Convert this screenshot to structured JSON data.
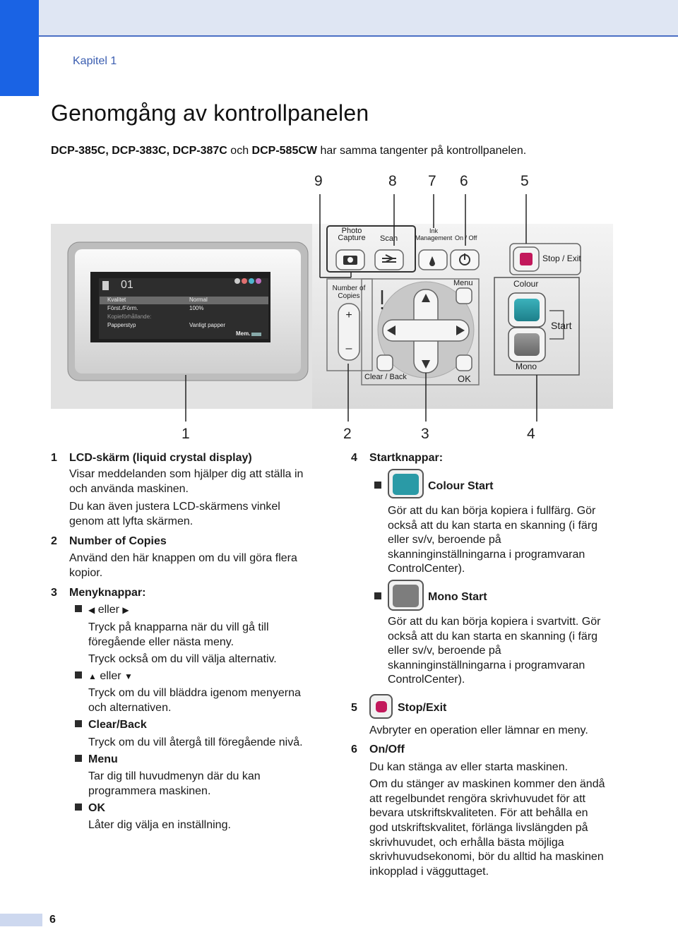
{
  "header": {
    "chapter": "Kapitel 1"
  },
  "title": "Genomgång av kontrollpanelen",
  "intro": {
    "models": "DCP-385C, DCP-383C, DCP-387C",
    "och": " och ",
    "model_last": "DCP-585CW",
    "rest": " har samma tangenter på kontrollpanelen."
  },
  "diagram": {
    "callouts_top": [
      "9",
      "8",
      "7",
      "6",
      "5"
    ],
    "callouts_bottom": [
      "1",
      "2",
      "3",
      "4"
    ],
    "lcd": {
      "number": "01",
      "rows": [
        {
          "label": "Kvalitet",
          "value": "Normal"
        },
        {
          "label": "Först./Förm.",
          "value": "100%"
        },
        {
          "label": "Kopieförhållande:",
          "value": ""
        },
        {
          "label": "Papperstyp",
          "value": "Vanligt papper"
        }
      ],
      "mem": "Mem."
    },
    "labels": {
      "photo_capture": "Photo Capture",
      "scan": "Scan",
      "ink_management": "Ink Management",
      "on_off": "On / Off",
      "stop_exit": "Stop / Exit",
      "number_of_copies": "Number of Copies",
      "menu": "Menu",
      "colour": "Colour",
      "start": "Start",
      "mono": "Mono",
      "clear_back": "Clear / Back",
      "ok": "OK"
    }
  },
  "left_items": [
    {
      "num": "1",
      "head": "LCD-skärm (liquid crystal display)"
    },
    {
      "num": "2",
      "head": "Number of Copies"
    },
    {
      "num": "3",
      "head": "Menyknappar:"
    }
  ],
  "left_text": {
    "lcd_p1_l1": "Visar meddelanden som hjälper dig att ställa in",
    "lcd_p1_l2": "och använda maskinen.",
    "lcd_p2_l1": "Du kan även justera LCD-skärmens vinkel",
    "lcd_p2_l2": "genom att lyfta skärmen.",
    "noc_l1": "Använd den här knappen om du vill göra flera",
    "noc_l2": "kopior.",
    "lr_eller": "eller",
    "lr_l1": "Tryck på knapparna när du vill gå till",
    "lr_l2": "föregående eller nästa meny.",
    "lr_l3": "Tryck också om du vill välja alternativ.",
    "ud_eller": "eller",
    "ud_l1": "Tryck om du vill bläddra igenom menyerna",
    "ud_l2": "och alternativen.",
    "clear_head": "Clear/Back",
    "clear_l1": "Tryck om du vill återgå till föregående nivå.",
    "menu_head": "Menu",
    "menu_l1": "Tar dig till huvudmenyn där du kan",
    "menu_l2": "programmera maskinen.",
    "ok_head": "OK",
    "ok_l1": "Låter dig välja en inställning."
  },
  "right_text": {
    "start_num": "4",
    "start_head": "Startknappar:",
    "colour_head": "Colour Start",
    "colour_l1": "Gör att du kan börja kopiera i fullfärg. Gör",
    "colour_l2": "också att du kan starta en skanning (i färg",
    "colour_l3": "eller sv/v, beroende på",
    "colour_l4": "skanninginställningarna i programvaran",
    "colour_l5": "ControlCenter).",
    "mono_head": "Mono Start",
    "mono_l1": "Gör att du kan börja kopiera i svartvitt. Gör",
    "mono_l2": "också att du kan starta en skanning (i färg",
    "mono_l3": "eller sv/v, beroende på",
    "mono_l4": "skanninginställningarna i programvaran",
    "mono_l5": "ControlCenter).",
    "stop_num": "5",
    "stop_head": "Stop/Exit",
    "stop_l1": "Avbryter en operation eller lämnar en meny.",
    "onoff_num": "6",
    "onoff_head": "On/Off",
    "onoff_l1": "Du kan stänga av eller starta maskinen.",
    "onoff_p2_l1": "Om du stänger av maskinen kommer den ändå",
    "onoff_p2_l2": "att regelbundet rengöra skrivhuvudet för att",
    "onoff_p2_l3": "bevara utskriftskvaliteten.  För att behålla en",
    "onoff_p2_l4": "god utskriftskvalitet, förlänga livslängden på",
    "onoff_p2_l5": "skrivhuvudet, och erhålla bästa möjliga",
    "onoff_p2_l6": "skrivhuvudsekonomi, bör du alltid ha maskinen",
    "onoff_p2_l7": "inkopplad i vägguttaget."
  },
  "footer": {
    "page": "6"
  },
  "colors": {
    "colour_start": "#2a9aa6",
    "mono_start": "#7d7d7d",
    "stop_exit": "#c2185b"
  }
}
